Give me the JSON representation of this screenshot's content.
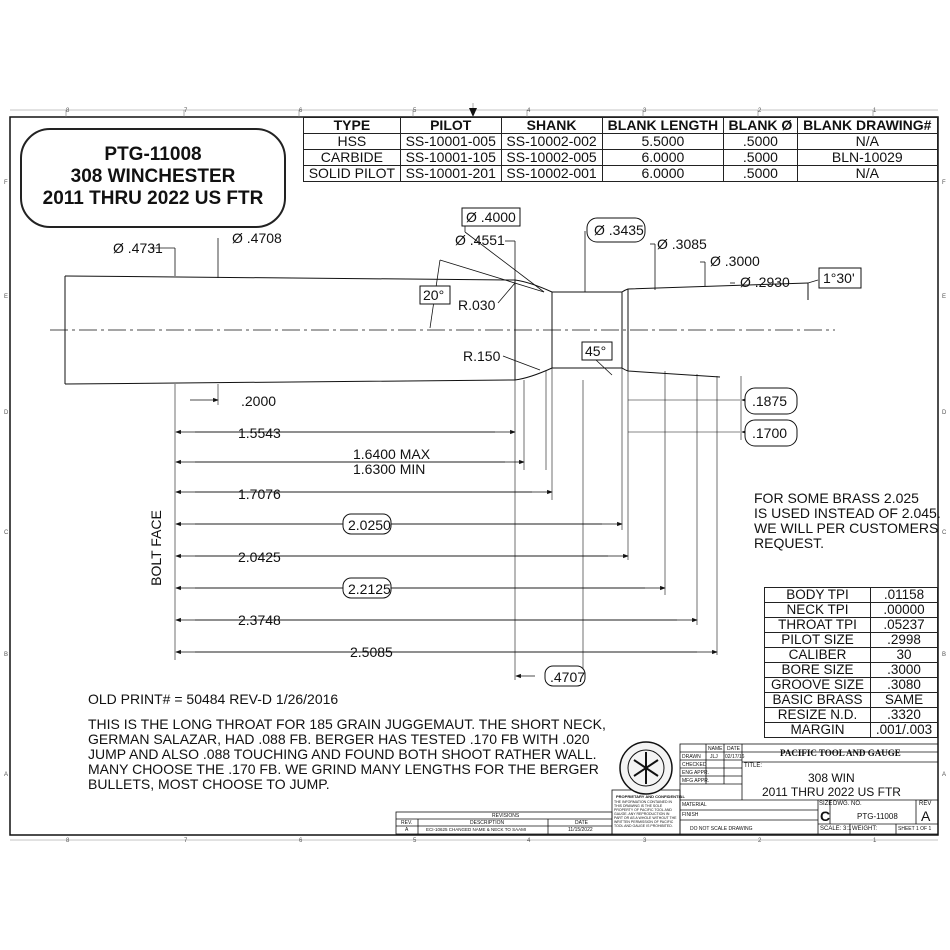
{
  "title_block": {
    "part_number": "PTG-11008",
    "cartridge": "308 WINCHESTER",
    "years": "2011 THRU 2022 US FTR"
  },
  "tool_table": {
    "headers": [
      "TYPE",
      "PILOT",
      "SHANK",
      "BLANK LENGTH",
      "BLANK Ø",
      "BLANK DRAWING#"
    ],
    "rows": [
      [
        "HSS",
        "SS-10001-005",
        "SS-10002-002",
        "5.5000",
        ".5000",
        "N/A"
      ],
      [
        "CARBIDE",
        "SS-10001-105",
        "SS-10002-005",
        "6.0000",
        ".5000",
        "BLN-10029"
      ],
      [
        "SOLID PILOT",
        "SS-10001-201",
        "SS-10002-001",
        "6.0000",
        ".5000",
        "N/A"
      ]
    ]
  },
  "dimensions": {
    "dia_4731": "Ø .4731",
    "dia_4708": "Ø .4708",
    "dia_4000": "Ø .4000",
    "dia_4551": "Ø .4551",
    "dia_3435": "Ø .3435",
    "dia_3085": "Ø .3085",
    "dia_3000": "Ø .3000",
    "dia_2930": "Ø .2930",
    "angle_1_30": "1°30'",
    "angle_20": "20°",
    "angle_45": "45°",
    "r_030": "R.030",
    "r_150": "R.150",
    "len_2000": ".2000",
    "len_1_5543": "1.5543",
    "len_1_6400": "1.6400 MAX",
    "len_1_6300": "1.6300  MIN",
    "len_1_7076": "1.7076",
    "len_2_0250": "2.0250",
    "len_2_0425": "2.0425",
    "len_2_2125": "2.2125",
    "len_2_3748": "2.3748",
    "len_2_5085": "2.5085",
    "len_4707": ".4707",
    "len_1875": ".1875",
    "len_1700": ".1700",
    "bolt_face": "BOLT FACE"
  },
  "notes": {
    "brass_note": [
      "FOR SOME BRASS 2.025",
      "IS USED INSTEAD OF 2.045.",
      "WE WILL PER CUSTOMERS",
      "REQUEST."
    ],
    "old_print": "OLD PRINT# = 50484 REV-D  1/26/2016",
    "description": [
      "THIS IS THE LONG THROAT FOR 185 GRAIN JUGGEMAUT. THE SHORT NECK,",
      "GERMAN SALAZAR, HAD .088 FB. BERGER HAS TESTED .170 FB WITH .020",
      "JUMP AND ALSO .088 TOUCHING AND FOUND BOTH SHOOT RATHER WALL.",
      "MANY CHOOSE THE .170 FB. WE GRIND MANY LENGTHS FOR THE BERGER",
      "BULLETS, MOST CHOOSE TO JUMP."
    ]
  },
  "spec_table": [
    [
      "BODY TPI",
      ".01158"
    ],
    [
      "NECK TPI",
      ".00000"
    ],
    [
      "THROAT TPI",
      ".05237"
    ],
    [
      "PILOT SIZE",
      ".2998"
    ],
    [
      "CALIBER",
      "30"
    ],
    [
      "BORE SIZE",
      ".3000"
    ],
    [
      "GROOVE SIZE",
      ".3080"
    ],
    [
      "BASIC BRASS",
      "SAME"
    ],
    [
      "RESIZE N.D.",
      ".3320"
    ],
    [
      "MARGIN",
      ".001/.003"
    ]
  ],
  "drawing_block": {
    "company": "PACIFIC TOOL AND GAUGE",
    "title_label": "TITLE:",
    "title_line1": "308 WIN",
    "title_line2": "2011 THRU 2022 US FTR",
    "size_label": "SIZE",
    "size": "C",
    "dwg_label": "DWG. NO.",
    "dwg_no": "PTG-11008",
    "rev_label": "REV",
    "rev": "A",
    "scale": "SCALE: 3:1",
    "weight": "WEIGHT:",
    "sheet": "SHEET 1 OF 1",
    "name_label": "NAME",
    "date_label": "DATE",
    "rows": [
      "DRAWN",
      "CHECKED",
      "ENG APPR.",
      "MFG APPR."
    ],
    "drawn_name": "JLJ",
    "drawn_date": "02/17/16",
    "material": "MATERIAL",
    "finish": "FINISH",
    "no_scale": "DO NOT SCALE DRAWING",
    "proprietary_title": "PROPRIETARY AND CONFIDENTIAL",
    "proprietary_text": "THE INFORMATION CONTAINED IN THIS DRAWING IS THE SOLE PROPERTY OF PACIFIC TOOL AND GAUGE. ANY REPRODUCTION IN PART OR AS A WHOLE WITHOUT THE WRITTEN PERMISSION OF PACIFIC TOOL AND GAUGE IS PROHIBITED."
  },
  "revisions": {
    "title": "REVISIONS",
    "headers": [
      "REV.",
      "DESCRIPTION",
      "DATE"
    ],
    "row": [
      "A",
      "ECI-10625 CHANGED NAME & NECK TO SAAMI",
      "11/15/2022"
    ]
  },
  "zones": {
    "top": [
      "8",
      "7",
      "6",
      "5",
      "4",
      "3",
      "2",
      "1"
    ],
    "side": [
      "F",
      "E",
      "D",
      "C",
      "B",
      "A"
    ]
  }
}
